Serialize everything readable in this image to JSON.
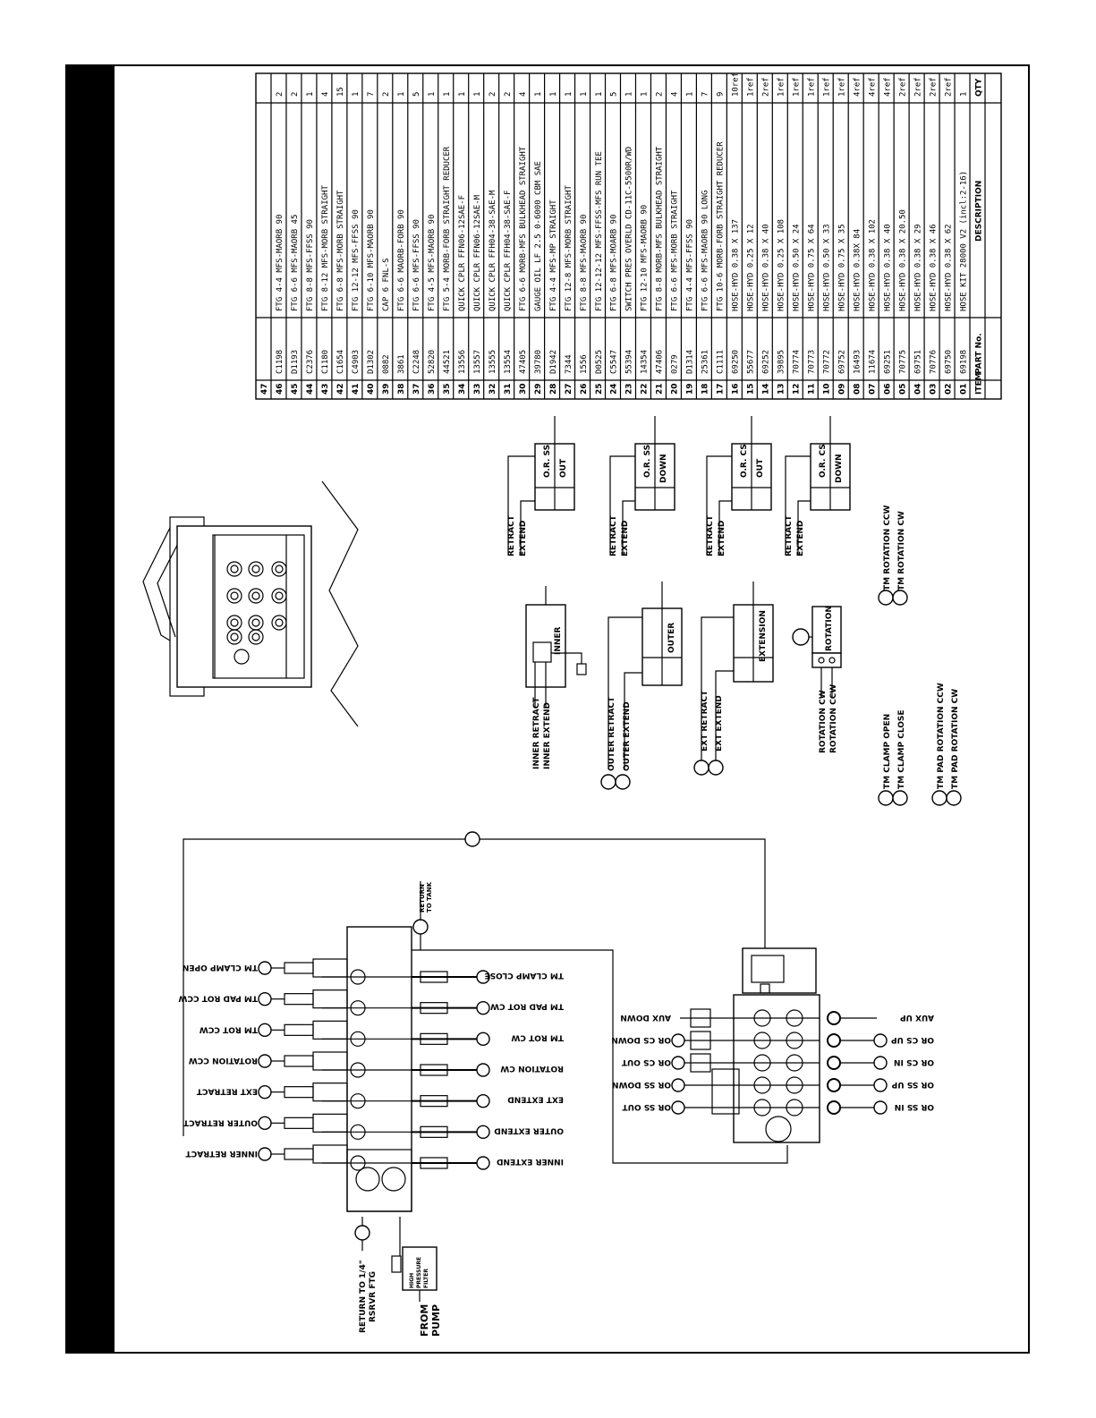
{
  "parts_table": {
    "header": {
      "item": "ITEM",
      "part_no": "PART No.",
      "description": "DESCRIPTION",
      "qty": "QTY"
    },
    "rows": [
      {
        "item": "47",
        "part_no": "",
        "description": "",
        "qty": ""
      },
      {
        "item": "46",
        "part_no": "C1198",
        "description": "FTG 4-4 MFS-MAORB 90",
        "qty": "2"
      },
      {
        "item": "45",
        "part_no": "D1193",
        "description": "FTG 6-6 MFS-MAORB 45",
        "qty": "2"
      },
      {
        "item": "44",
        "part_no": "C2376",
        "description": "FTG 8-8 MFS-FFSS 90",
        "qty": "1"
      },
      {
        "item": "43",
        "part_no": "C1180",
        "description": "FTG 8-12 MFS-MORB STRAIGHT",
        "qty": "4"
      },
      {
        "item": "42",
        "part_no": "C1654",
        "description": "FTG 6-8 MFS-MORB STRAIGHT",
        "qty": "15"
      },
      {
        "item": "41",
        "part_no": "C4903",
        "description": "FTG 12-12 MFS-FFSS 90",
        "qty": "1"
      },
      {
        "item": "40",
        "part_no": "D1302",
        "description": "FTG 6-10 MFS-MAORB 90",
        "qty": "7"
      },
      {
        "item": "39",
        "part_no": "0882",
        "description": "CAP 6 FNL-S",
        "qty": "2"
      },
      {
        "item": "38",
        "part_no": "3861",
        "description": "FTG 6-6 MAORB-FORB 90",
        "qty": "1"
      },
      {
        "item": "37",
        "part_no": "C2248",
        "description": "FTG 6-6 MFS-FFSS 90",
        "qty": "5"
      },
      {
        "item": "36",
        "part_no": "52820",
        "description": "FTG 4-5 MFS-MAORB 90",
        "qty": "1"
      },
      {
        "item": "35",
        "part_no": "44521",
        "description": "FTG 5-4 MORB-FORB STRAIGHT REDUCER",
        "qty": "1"
      },
      {
        "item": "34",
        "part_no": "13556",
        "description": "QUICK CPLR FFN06-12SAE-F",
        "qty": "1"
      },
      {
        "item": "33",
        "part_no": "13557",
        "description": "QUICK CPLR FFN06-12SAE-M",
        "qty": "1"
      },
      {
        "item": "32",
        "part_no": "13555",
        "description": "QUICK CPLR FFH04-38-SAE-M",
        "qty": "2"
      },
      {
        "item": "31",
        "part_no": "13554",
        "description": "QUICK CPLR FFH04-38-SAE-F",
        "qty": "2"
      },
      {
        "item": "30",
        "part_no": "47405",
        "description": "FTG 6-6 MORB-MFS BULKHEAD STRAIGHT",
        "qty": "4"
      },
      {
        "item": "29",
        "part_no": "39780",
        "description": "GAUGE OIL LF 2.5 0-6000 CBM SAE",
        "qty": "1"
      },
      {
        "item": "28",
        "part_no": "D1942",
        "description": "FTG 4-4 MFS-MP STRAIGHT",
        "qty": "1"
      },
      {
        "item": "27",
        "part_no": "7344",
        "description": "FTG 12-8 MFS-MORB STRAIGHT",
        "qty": "1"
      },
      {
        "item": "26",
        "part_no": "1556",
        "description": "FTG 8-8 MFS-MAORB 90",
        "qty": "1"
      },
      {
        "item": "25",
        "part_no": "D0525",
        "description": "FTG 12-12-12 MFS-FFSS-MFS RUN TEE",
        "qty": "1"
      },
      {
        "item": "24",
        "part_no": "C5547",
        "description": "FTG 6-8 MFS-MOARB 90",
        "qty": "5"
      },
      {
        "item": "23",
        "part_no": "55394",
        "description": "SWITCH PRES OVERLD CD-11C-5500R/WD",
        "qty": "1"
      },
      {
        "item": "22",
        "part_no": "14354",
        "description": "FTG 12-10 MFS-MAORB 90",
        "qty": "1"
      },
      {
        "item": "21",
        "part_no": "47406",
        "description": "FTG 8-8 MORB-MFS BULKHEAD STRAIGHT",
        "qty": "2"
      },
      {
        "item": "20",
        "part_no": "0279",
        "description": "FTG 6-6 MFS-MORB STRAIGHT",
        "qty": "4"
      },
      {
        "item": "19",
        "part_no": "D1314",
        "description": "FTG 4-4 MFS-FFSS 90",
        "qty": "1"
      },
      {
        "item": "18",
        "part_no": "25361",
        "description": "FTG 6-6 MFS-MAORB 90 LONG",
        "qty": "7"
      },
      {
        "item": "17",
        "part_no": "C1111",
        "description": "FTG 10-6 MORB-FORB STRAIGHT REDUCER",
        "qty": "9"
      },
      {
        "item": "16",
        "part_no": "69250",
        "description": "HOSE-HYD 0.38 X 137",
        "qty": "10ref"
      },
      {
        "item": "15",
        "part_no": "55677",
        "description": "HOSE-HYD 0.25 X 12",
        "qty": "1ref"
      },
      {
        "item": "14",
        "part_no": "69252",
        "description": "HOSE-HYD 0.38 X 40",
        "qty": "2ref"
      },
      {
        "item": "13",
        "part_no": "39895",
        "description": "HOSE-HYD 0.25 X 108",
        "qty": "1ref"
      },
      {
        "item": "12",
        "part_no": "70774",
        "description": "HOSE-HYD 0.50 X 24",
        "qty": "1ref"
      },
      {
        "item": "11",
        "part_no": "70773",
        "description": "HOSE-HYD 0.75 X 64",
        "qty": "1ref"
      },
      {
        "item": "10",
        "part_no": "70772",
        "description": "HOSE-HYD 0.50 X 33",
        "qty": "1ref"
      },
      {
        "item": "09",
        "part_no": "69752",
        "description": "HOSE-HYD 0.75 X 35",
        "qty": "1ref"
      },
      {
        "item": "08",
        "part_no": "16493",
        "description": "HOSE-HYD 0.38X 84",
        "qty": "4ref"
      },
      {
        "item": "07",
        "part_no": "11674",
        "description": "HOSE-HYD 0.38 X 102",
        "qty": "4ref"
      },
      {
        "item": "06",
        "part_no": "69251",
        "description": "HOSE-HYD 0.38 X 40",
        "qty": "4ref"
      },
      {
        "item": "05",
        "part_no": "70775",
        "description": "HOSE-HYD 0.38 X 20.50",
        "qty": "2ref"
      },
      {
        "item": "04",
        "part_no": "69751",
        "description": "HOSE-HYD 0.38 X 29",
        "qty": "2ref"
      },
      {
        "item": "03",
        "part_no": "70776",
        "description": "HOSE-HYD 0.38 X 46",
        "qty": "2ref"
      },
      {
        "item": "02",
        "part_no": "69750",
        "description": "HOSE-HYD 0.38 X 62",
        "qty": "2ref"
      },
      {
        "item": "01",
        "part_no": "69198",
        "description": "HOSE KIT 28000 V2 (incl:2-16)",
        "qty": "1"
      }
    ]
  },
  "cylinders": {
    "or_ss_out": {
      "line1": "O.R. SS",
      "line2": "OUT",
      "retract": "RETRACT",
      "extend": "EXTEND"
    },
    "or_ss_down": {
      "line1": "O.R. SS",
      "line2": "DOWN",
      "retract": "RETRACT",
      "extend": "EXTEND"
    },
    "or_cs_out": {
      "line1": "O.R. CS",
      "line2": "OUT",
      "retract": "RETRACT",
      "extend": "EXTEND"
    },
    "or_cs_down": {
      "line1": "O.R. CS",
      "line2": "DOWN",
      "retract": "RETRACT",
      "extend": "EXTEND"
    },
    "inner": {
      "label": "INNER",
      "retract": "INNER RETRACT",
      "extend": "INNER EXTEND"
    },
    "outer": {
      "label": "OUTER",
      "retract": "OUTER RETRACT",
      "extend": "OUTER EXTEND"
    },
    "extension": {
      "label": "EXTENSION",
      "retract": "EXT RETRACT",
      "extend": "EXT EXTEND"
    },
    "rotation": {
      "label": "ROTATION",
      "cw": "ROTATION CW",
      "ccw": "ROTATION CCW"
    }
  },
  "tm_ports": {
    "rotation_ccw": "TM ROTATION CCW",
    "rotation_cw": "TM ROTATION CW",
    "clamp_open": "TM CLAMP OPEN",
    "clamp_close": "TM CLAMP CLOSE",
    "pad_rotation_ccw": "TM PAD ROTATION CCW",
    "pad_rotation_cw": "TM PAD ROTATION CW"
  },
  "valve_top_ports": [
    "TM CLAMP OPEN",
    "TM PAD ROT CCW",
    "TM ROT CCW",
    "ROTATION CCW",
    "EXT RETRACT",
    "OUTER RETRACT",
    "INNER RETRACT"
  ],
  "valve_bottom_ports": [
    "TM CLAMP CLOSE",
    "TM PAD ROT CW",
    "TM ROT CW",
    "ROTATION CW",
    "EXT EXTEND",
    "OUTER EXTEND",
    "INNER EXTEND"
  ],
  "aux_valve_left": [
    "AUX DOWN",
    "OR CS DOWN",
    "OR CS OUT",
    "OR SS DOWN",
    "OR SS OUT"
  ],
  "aux_valve_right": [
    "AUX UP",
    "OR CS UP",
    "OR CS IN",
    "OR SS UP",
    "OR SS IN"
  ],
  "misc": {
    "return_to_tank_1": "RETURN",
    "return_to_tank_2": "TO TANK",
    "return_14_1": "RETURN TO 1/4\"",
    "return_14_2": "RSRVR FTG",
    "from_pump_1": "FROM",
    "from_pump_2": "PUMP",
    "filter_1": "HIGH",
    "filter_2": "PRESSURE",
    "filter_3": "FILTER"
  }
}
